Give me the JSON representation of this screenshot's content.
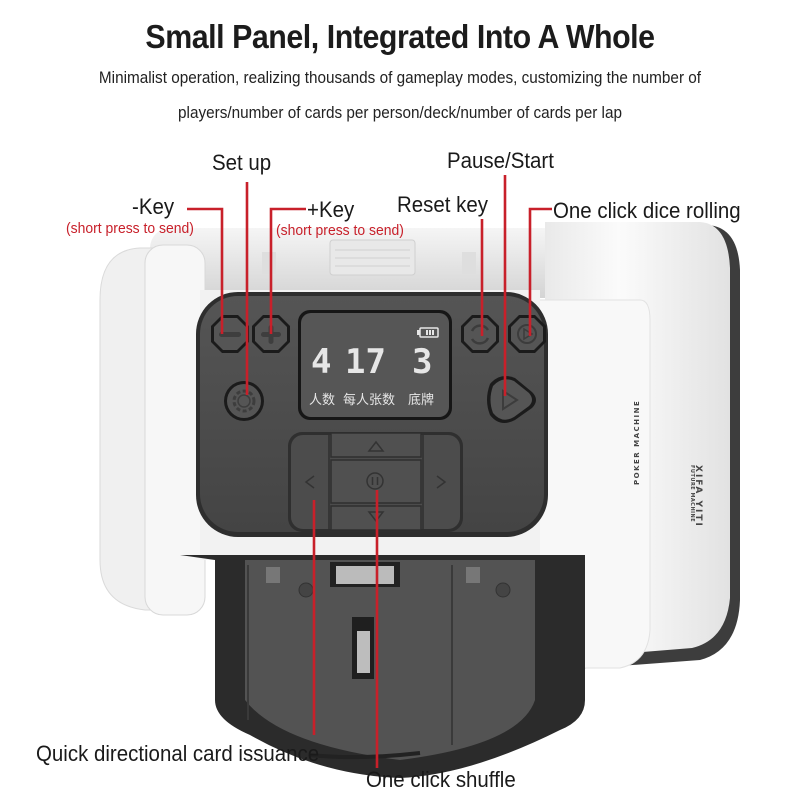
{
  "header": {
    "title": "Small Panel, Integrated Into A Whole",
    "subtitle_line1": "Minimalist operation, realizing thousands of gameplay modes, customizing the number of",
    "subtitle_line2": "players/number of cards per person/deck/number of cards per lap"
  },
  "callouts": {
    "setup": "Set up",
    "minus_key": "-Key",
    "minus_note": "(short press to send)",
    "plus_key": "+Key",
    "plus_note": "(short press to send)",
    "pause_start": "Pause/Start",
    "reset_key": "Reset key",
    "dice": "One click dice rolling",
    "directional": "Quick directional card issuance",
    "shuffle": "One click shuffle"
  },
  "display": {
    "players": "4",
    "cards_per_person": "17",
    "deck_cards": "3",
    "players_label": "人数",
    "cards_per_person_label": "每人张数",
    "deck_label": "底牌",
    "battery_icon": "battery-icon"
  },
  "device": {
    "side_text": "POKER MACHINE",
    "brand": "XIFA YITI",
    "brand_sub": "FUTURE MACHINE"
  },
  "icons": {
    "minus": "minus-icon",
    "plus": "plus-icon",
    "gear": "gear-icon",
    "reset": "refresh-icon",
    "dice": "dice-play-icon",
    "play": "play-icon",
    "up": "chevron-up-icon",
    "down": "chevron-down-icon",
    "left": "chevron-left-icon",
    "right": "chevron-right-icon",
    "pause": "pause-icon"
  },
  "colors": {
    "callout_red": "#c8202a",
    "panel_dark": "#4a4a4a",
    "body_white": "#f4f4f4",
    "lcd_text": "#e6e6e6"
  }
}
